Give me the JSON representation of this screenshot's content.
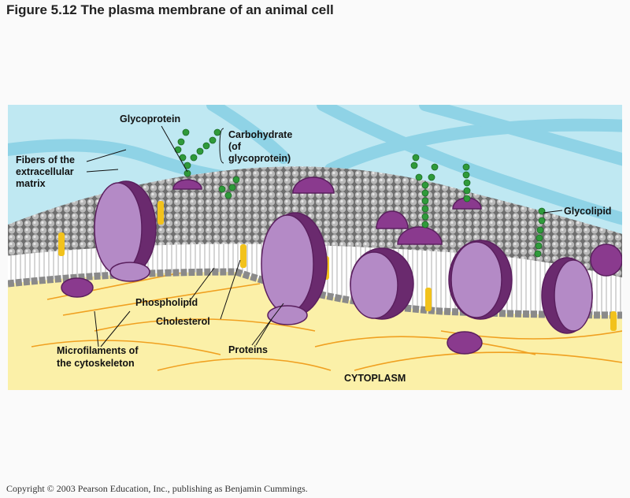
{
  "figure": {
    "title": "Figure 5.12  The plasma membrane of an animal cell",
    "copyright": "Copyright © 2003 Pearson Education, Inc., publishing as Benjamin Cummings."
  },
  "labels": {
    "glycoprotein": "Glycoprotein",
    "carbohydrate": [
      "Carbohydrate",
      "(of",
      "glycoprotein)"
    ],
    "fibers": [
      "Fibers of the",
      "extracellular",
      "matrix"
    ],
    "glycolipid": "Glycolipid",
    "phospholipid": "Phospholipid",
    "cholesterol": "Cholesterol",
    "microfilaments": [
      "Microfilaments of",
      "the cytoskeleton"
    ],
    "proteins": "Proteins",
    "cytoplasm": "CYTOPLASM"
  },
  "colors": {
    "extracellular": "#bfe8f2",
    "cytoplasm": "#fbf0a8",
    "protein": "#b48ac6",
    "protein_dark": "#6a2a6e",
    "carbohydrate": "#2f9a3a",
    "cholesterol": "#f2c21c",
    "filament": "#f0a020"
  }
}
